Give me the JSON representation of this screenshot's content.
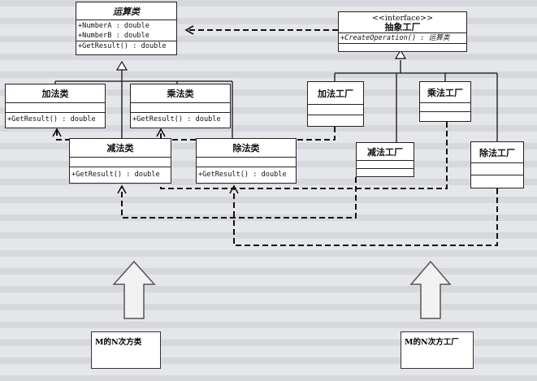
{
  "operation_class": {
    "name": "运算类",
    "attrs": [
      "+NumberA : double",
      "+NumberB : double"
    ],
    "ops": [
      "+GetResult() : double"
    ]
  },
  "factory_interface": {
    "stereotype": "<<interface>>",
    "name": "抽象工厂",
    "ops": [
      "+CreateOperation() : 运算类"
    ]
  },
  "op_classes": [
    {
      "name": "加法类",
      "op": "+GetResult() : double"
    },
    {
      "name": "乘法类",
      "op": "+GetResult() : double"
    },
    {
      "name": "减法类",
      "op": "+GetResult() : double"
    },
    {
      "name": "除法类",
      "op": "+GetResult() : double"
    }
  ],
  "factories": [
    {
      "name": "加法工厂"
    },
    {
      "name": "乘法工厂"
    },
    {
      "name": "减法工厂"
    },
    {
      "name": "除法工厂"
    }
  ],
  "clients": {
    "left": "M的N次方类",
    "right": "M的N次方工厂"
  }
}
